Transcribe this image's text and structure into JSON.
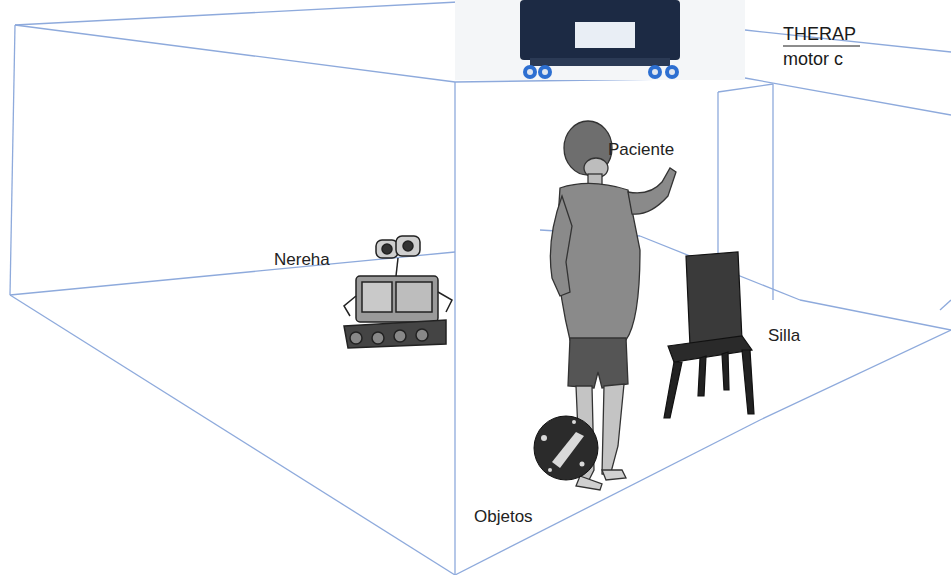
{
  "diagram": {
    "labels": [
      "THERAP",
      "motor c",
      "Paciente",
      "Nereha",
      "Silla",
      "Objetos"
    ]
  }
}
